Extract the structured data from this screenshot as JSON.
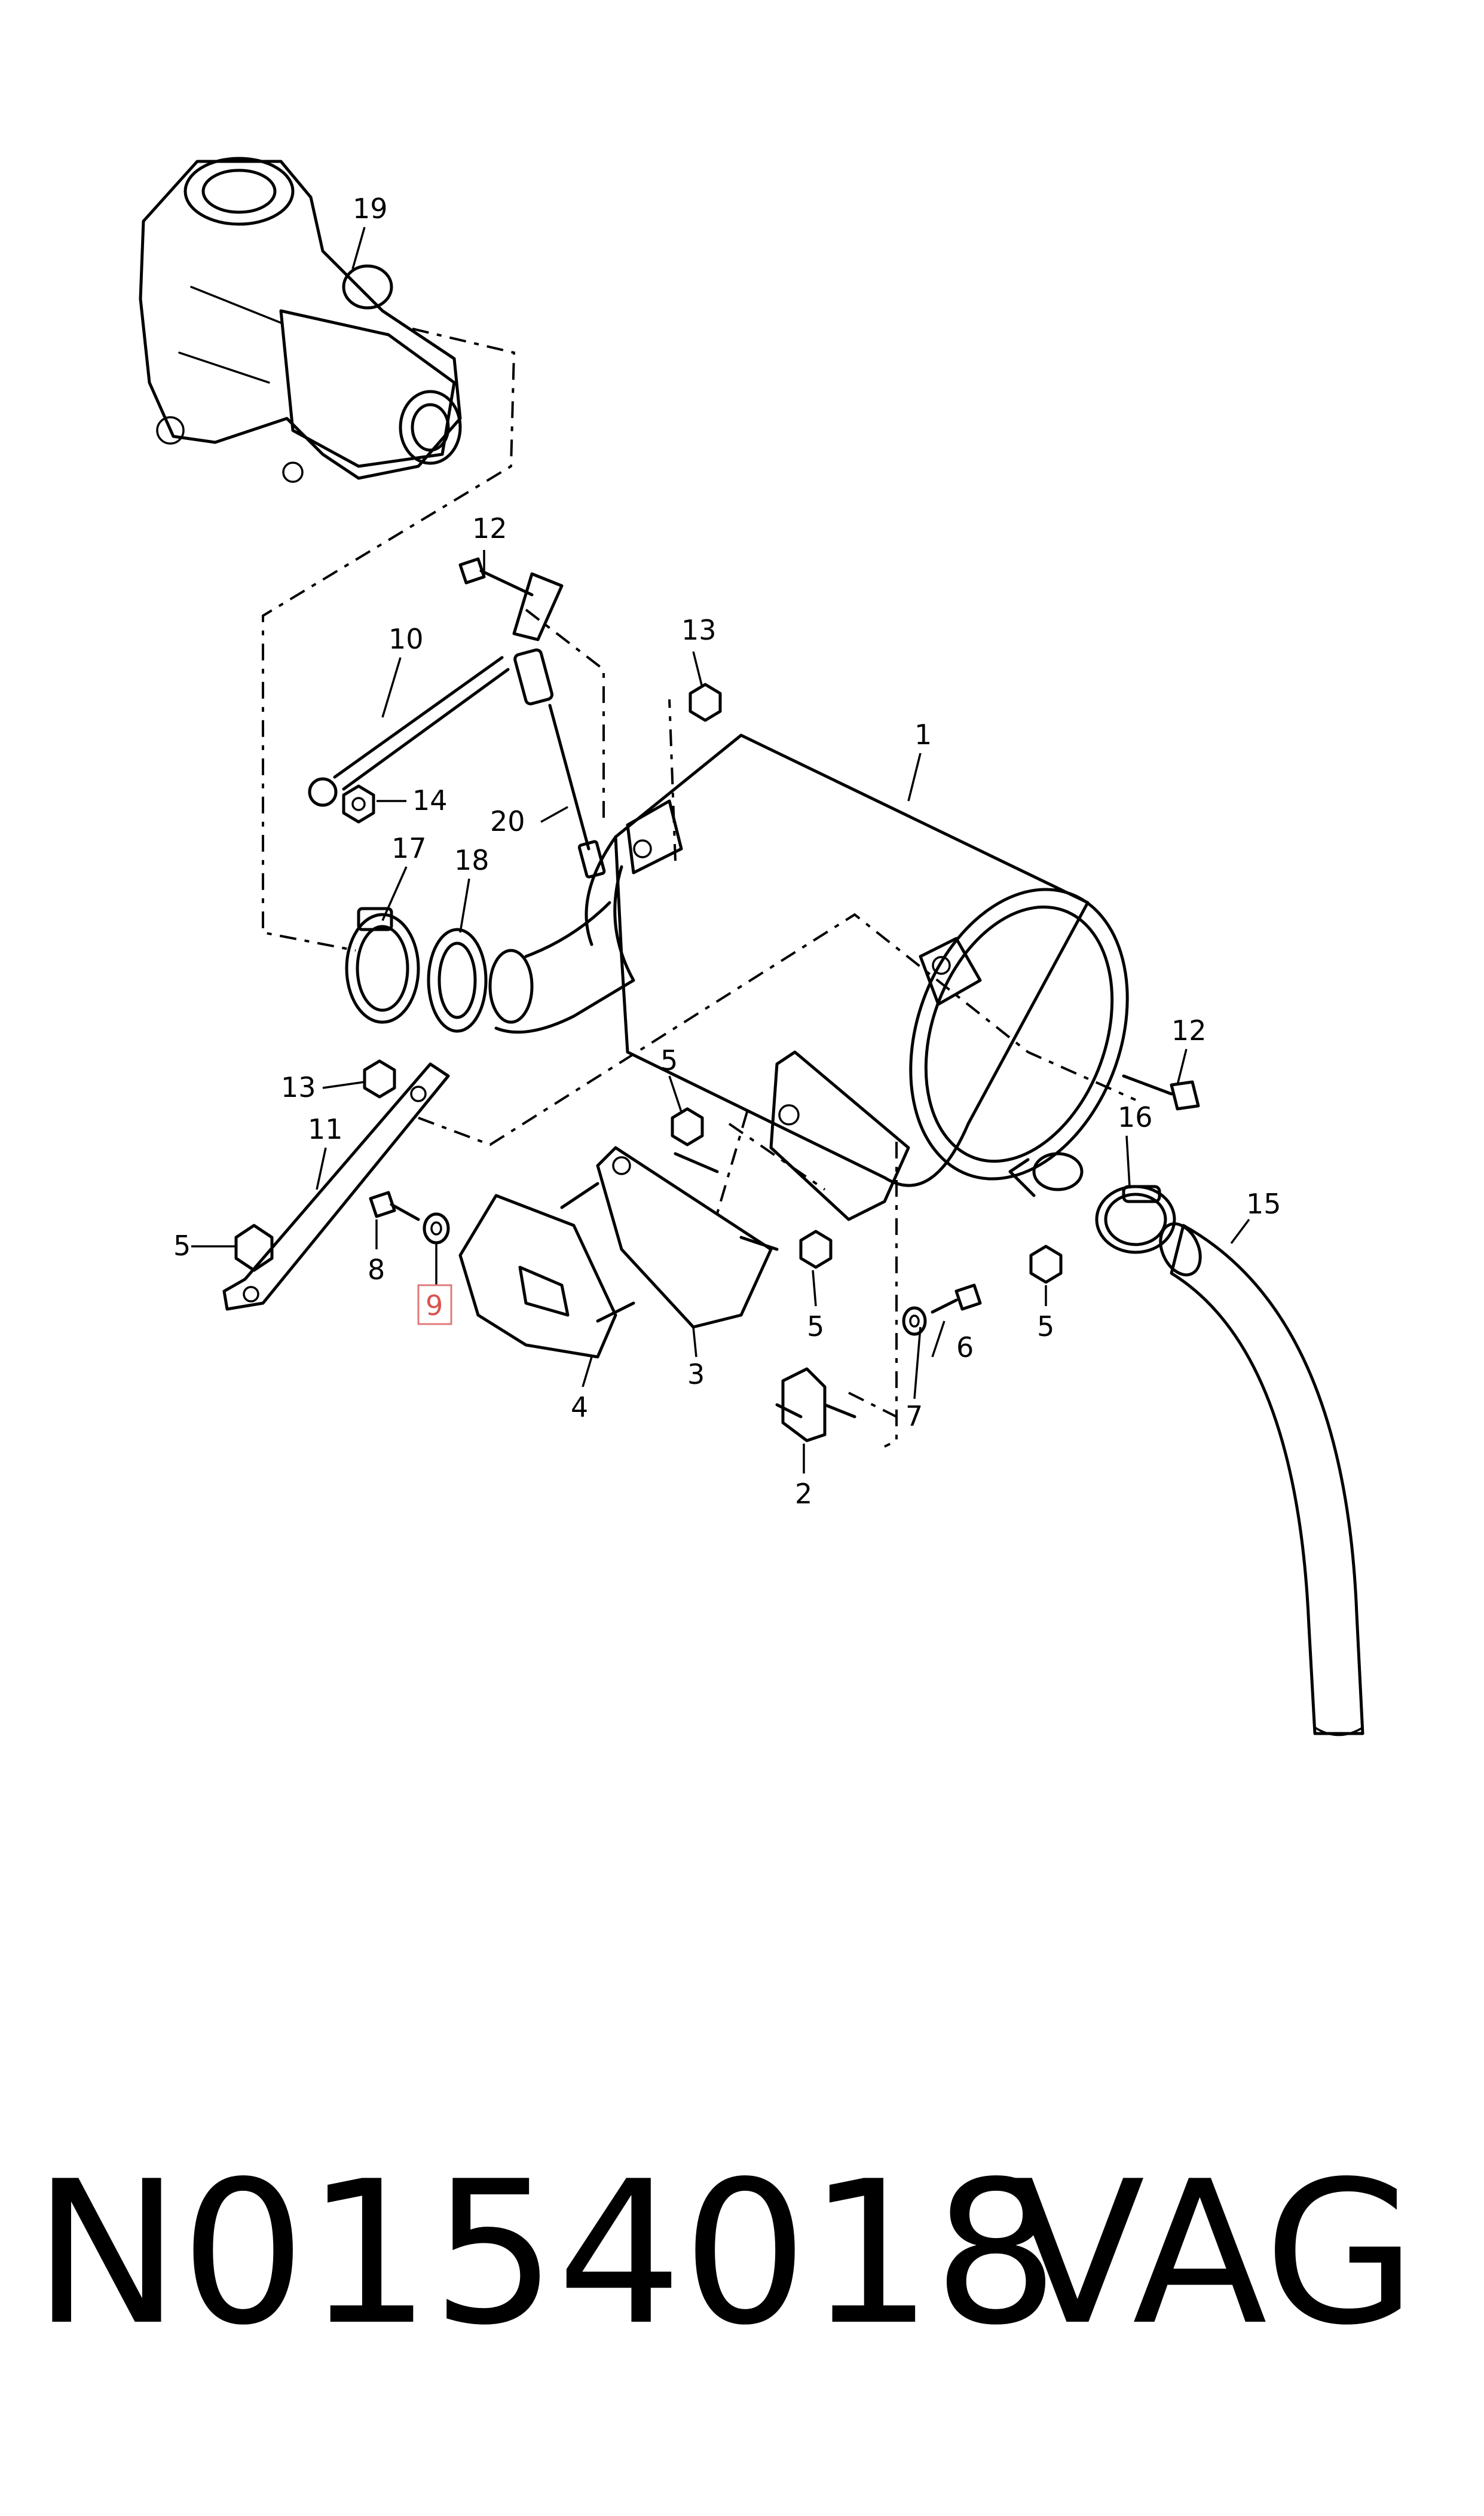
{
  "callouts": {
    "c1": "1",
    "c2": "2",
    "c3": "3",
    "c4": "4",
    "c5a": "5",
    "c5b": "5",
    "c5c": "5",
    "c5d": "5",
    "c6": "6",
    "c7": "7",
    "c8": "8",
    "c9": "9",
    "c10": "10",
    "c11": "11",
    "c12a": "12",
    "c12b": "12",
    "c13a": "13",
    "c13b": "13",
    "c14": "14",
    "c15": "15",
    "c16": "16",
    "c17": "17",
    "c18": "18",
    "c19": "19",
    "c20": "20"
  },
  "highlighted_callout": "9",
  "footer": {
    "part_number": "N0154018",
    "brand": "VAG"
  },
  "colors": {
    "line": "#000000",
    "highlight": "#e07a7a",
    "background": "#ffffff"
  }
}
